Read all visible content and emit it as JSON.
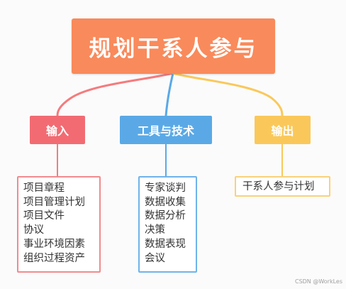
{
  "title": "规划干系人参与",
  "categories": {
    "input": {
      "label": "输入",
      "items": [
        "项目章程",
        "项目管理计划",
        "项目文件",
        "协议",
        "事业环境因素",
        "组织过程资产"
      ]
    },
    "tools": {
      "label": "工具与技术",
      "items": [
        "专家谈判",
        "数据收集",
        "数据分析",
        "决策",
        "数据表现",
        "会议"
      ]
    },
    "output": {
      "label": "输出",
      "items": [
        "干系人参与计划"
      ]
    }
  },
  "watermark": "CSDN @WorkLes",
  "colors": {
    "title": "#f98a5b",
    "input": "#f26b73",
    "tools": "#5aa9e6",
    "output": "#fac85a"
  }
}
